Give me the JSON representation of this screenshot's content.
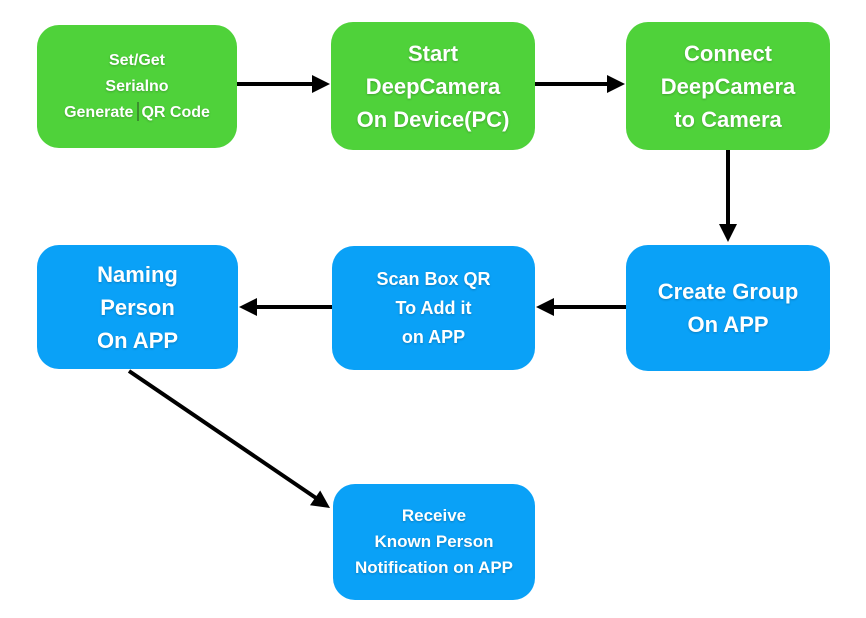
{
  "colors": {
    "green": "#4fd23a",
    "blue": "#0aa1f7",
    "arrow": "#000000",
    "background": "#ffffff",
    "text": "#ffffff"
  },
  "nodes": {
    "set_get_serialno": {
      "lines": [
        "Set/Get",
        "Serialno",
        "Generate",
        "QR Code"
      ]
    },
    "start_deepcamera": {
      "lines": [
        "Start",
        "DeepCamera",
        "On Device(PC)"
      ]
    },
    "connect_deepcamera": {
      "lines": [
        "Connect",
        "DeepCamera",
        "to Camera"
      ]
    },
    "create_group": {
      "lines": [
        "Create Group",
        "On APP"
      ]
    },
    "scan_box_qr": {
      "lines": [
        "Scan Box QR",
        "To Add it",
        "on APP"
      ]
    },
    "naming_person": {
      "lines": [
        "Naming",
        "Person",
        "On APP"
      ]
    },
    "receive_notification": {
      "lines": [
        "Receive",
        "Known Person",
        "Notification on APP"
      ]
    }
  },
  "edges": [
    {
      "from": "set_get_serialno",
      "to": "start_deepcamera"
    },
    {
      "from": "start_deepcamera",
      "to": "connect_deepcamera"
    },
    {
      "from": "connect_deepcamera",
      "to": "create_group"
    },
    {
      "from": "create_group",
      "to": "scan_box_qr"
    },
    {
      "from": "scan_box_qr",
      "to": "naming_person"
    },
    {
      "from": "naming_person",
      "to": "receive_notification"
    }
  ]
}
